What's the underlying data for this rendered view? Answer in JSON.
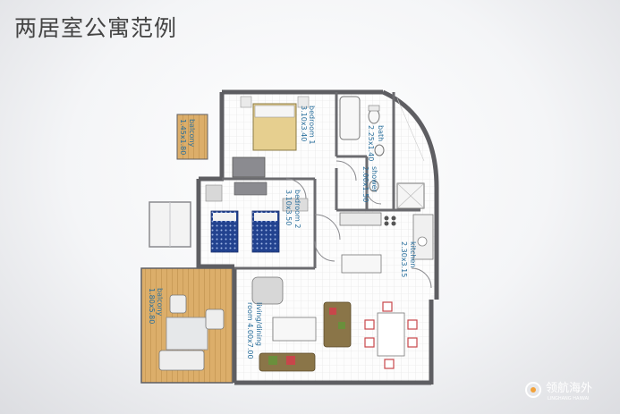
{
  "title": "两居室公寓范例",
  "rooms": {
    "bedroom1": {
      "name": "bedroom 1",
      "dims": "3.10x3.40"
    },
    "bath": {
      "name": "bath",
      "dims": "2.25x1.40"
    },
    "shower": {
      "name": "shower",
      "dims": "2.00x1.50"
    },
    "bedroom2": {
      "name": "bedroom 2",
      "dims": "3.10x3.50"
    },
    "kitchen": {
      "name": "kitchen",
      "dims": "2.30x3.15"
    },
    "living": {
      "name": "living/dining",
      "dims": "room 4.00x7.00"
    },
    "balcony_small": {
      "name": "balcony",
      "dims": "1.45x1.80"
    },
    "balcony_large": {
      "name": "balcony",
      "dims": "1.80x5.80"
    }
  },
  "watermark": {
    "name": "领航海外",
    "sub": "LINGHANG HAIWAI"
  },
  "colors": {
    "wall": "#5e5e62",
    "floor": "#ffffff",
    "bed": "#e7cf8e",
    "blue_bed": "#1f3e8a",
    "deck": "#d9a760",
    "label": "#2a6f9c",
    "sofa": "#8a7548",
    "chair": "#c8464a"
  }
}
